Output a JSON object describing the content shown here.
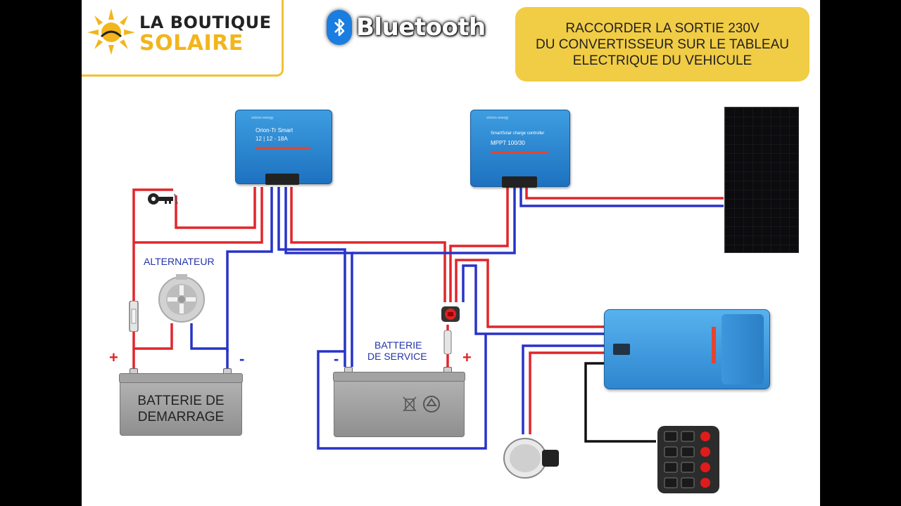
{
  "brand": {
    "line1": "LA BOUTIQUE",
    "line2": "SOLAIRE"
  },
  "bluetooth": {
    "label": "Bluetooth",
    "icon": "bluetooth-icon"
  },
  "instruction": {
    "lines": [
      "RACCORDER LA SORTIE 230V",
      "DU CONVERTISSEUR SUR LE TABLEAU",
      "ELECTRIQUE DU VEHICULE"
    ]
  },
  "devices": {
    "dcdc": {
      "brand": "victron energy",
      "name": "Orion-Tr Smart",
      "spec": "12 | 12 - 18A"
    },
    "mppt": {
      "brand": "victron energy",
      "name": "SmartSolar charge controller",
      "spec": "MPPT 100/30"
    }
  },
  "labels": {
    "alternator": "ALTERNATEUR",
    "service_battery": [
      "BATTERIE",
      "DE SERVICE"
    ],
    "starter_battery": [
      "BATTERIE DE",
      "DEMARRAGE"
    ],
    "plus": "+",
    "minus": "-"
  },
  "colors": {
    "positive_wire": "#e0262b",
    "negative_wire": "#2833c8",
    "ac_wire": "#111111",
    "note_background": "#f1cc45",
    "brand_yellow": "#f2b51b",
    "victron_blue": "#2a80cf"
  }
}
